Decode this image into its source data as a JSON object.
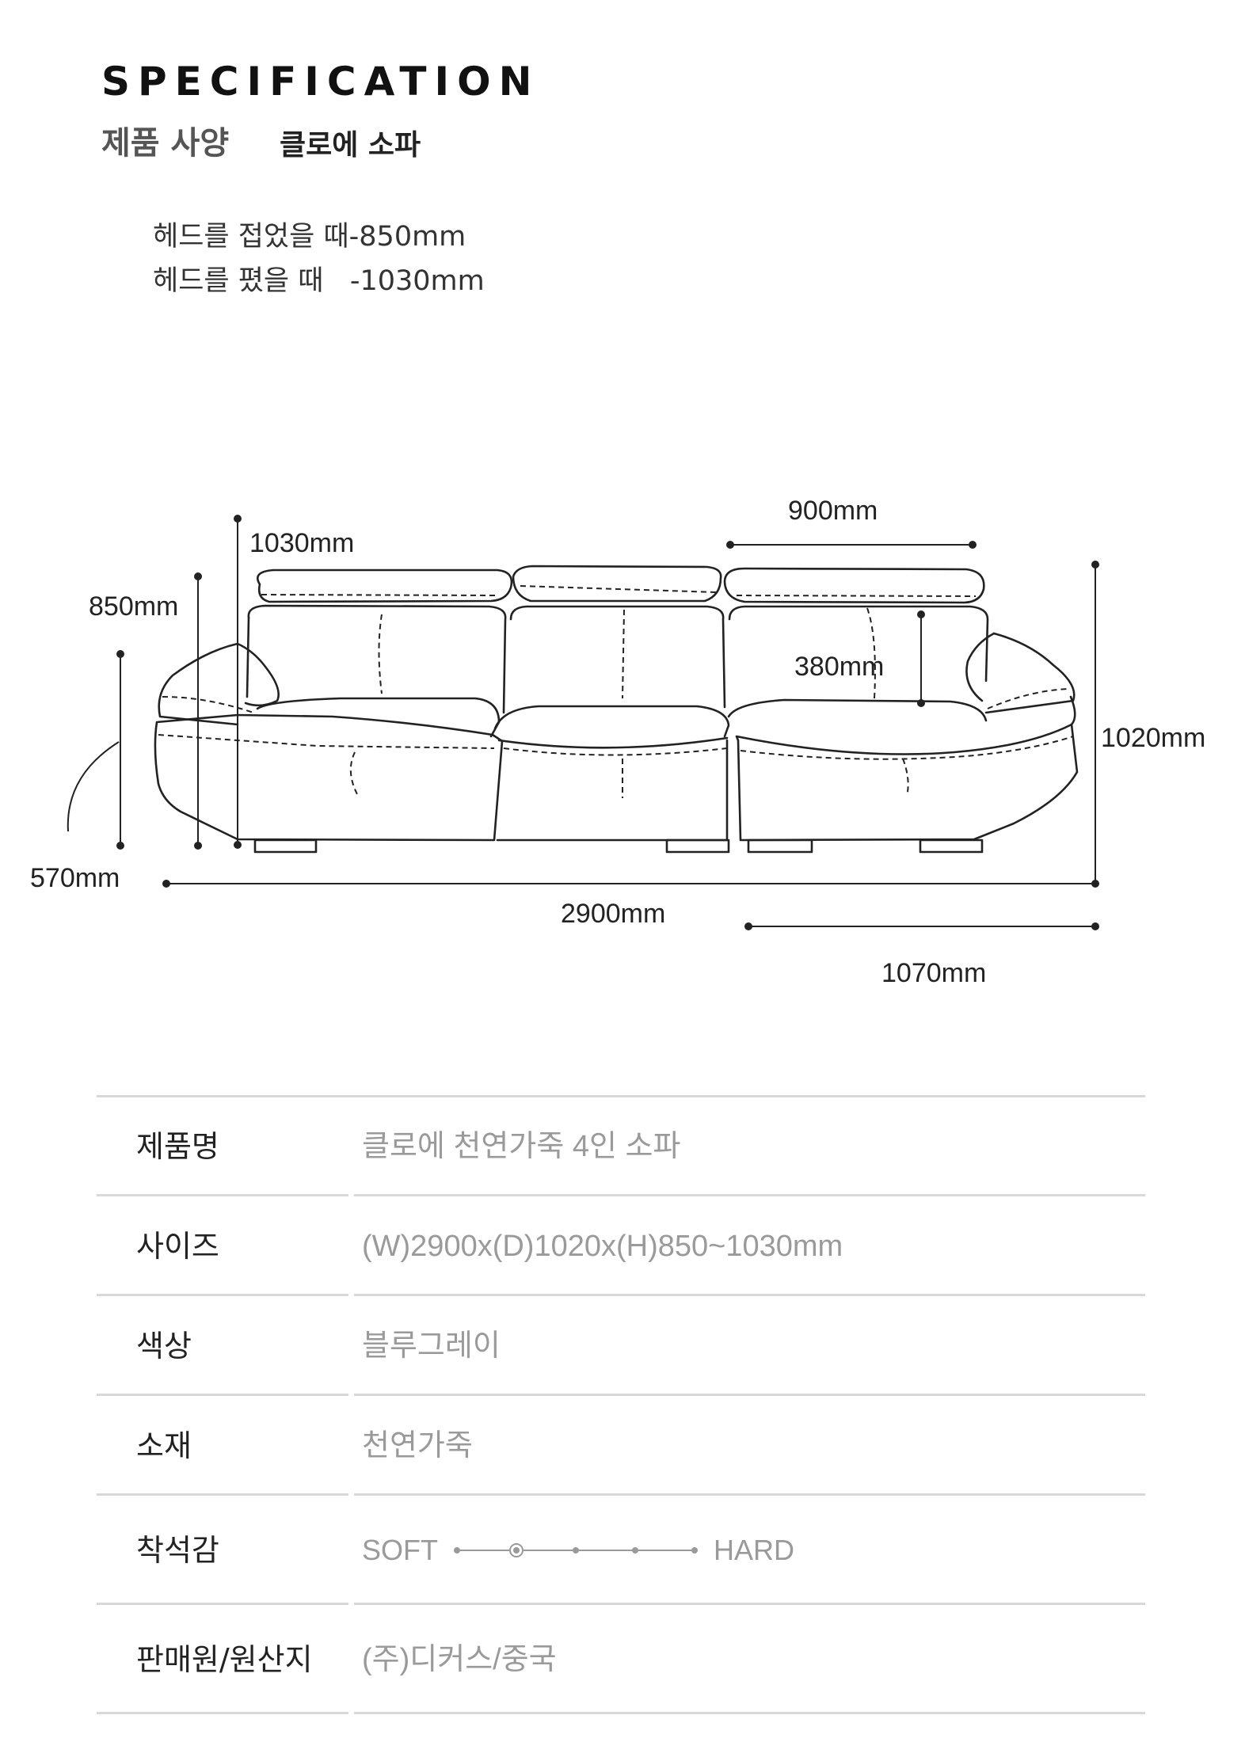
{
  "header": {
    "title": "SPECIFICATION",
    "subtitle": "제품 사양",
    "product_short": "클로에 소파"
  },
  "notes": {
    "folded": "헤드를 접었을 때-850mm",
    "unfolded": "헤드를 폈을 때   -1030mm"
  },
  "dimensions": {
    "head_up_height": "1030mm",
    "head_down_height": "850mm",
    "seat_height": "570mm",
    "head_width": "900mm",
    "back_depth": "380mm",
    "depth": "1020mm",
    "width": "2900mm",
    "seat_width": "1070mm"
  },
  "spec": {
    "rows": [
      {
        "key": "제품명",
        "value": "클로에 천연가죽 4인 소파"
      },
      {
        "key": "사이즈",
        "value": "(W)2900x(D)1020x(H)850~1030mm"
      },
      {
        "key": "색상",
        "value": "블루그레이"
      },
      {
        "key": "소재",
        "value": "천연가죽"
      }
    ],
    "firmness": {
      "key": "착석감",
      "soft_label": "SOFT",
      "hard_label": "HARD",
      "levels": 5,
      "selected_level": 2
    },
    "origin": {
      "key": "판매원/원산지",
      "value": "(주)디커스/중국"
    }
  },
  "colors": {
    "line": "#d8d8d8",
    "value_text": "#9a9a9a",
    "ink": "#222222"
  }
}
